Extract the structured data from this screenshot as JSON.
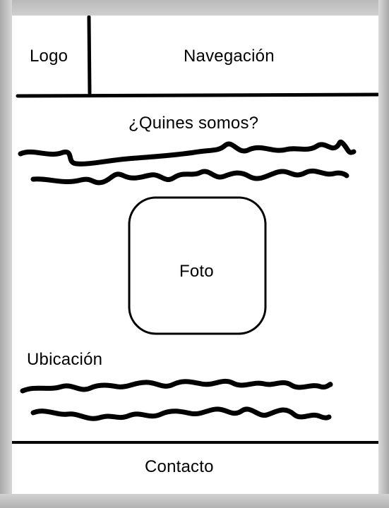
{
  "header": {
    "logo_label": "Logo",
    "navigation_label": "Navegación"
  },
  "about": {
    "title": "¿Quines somos?"
  },
  "photo": {
    "label": "Foto"
  },
  "location": {
    "title": "Ubicación"
  },
  "footer": {
    "contact_label": "Contacto"
  }
}
